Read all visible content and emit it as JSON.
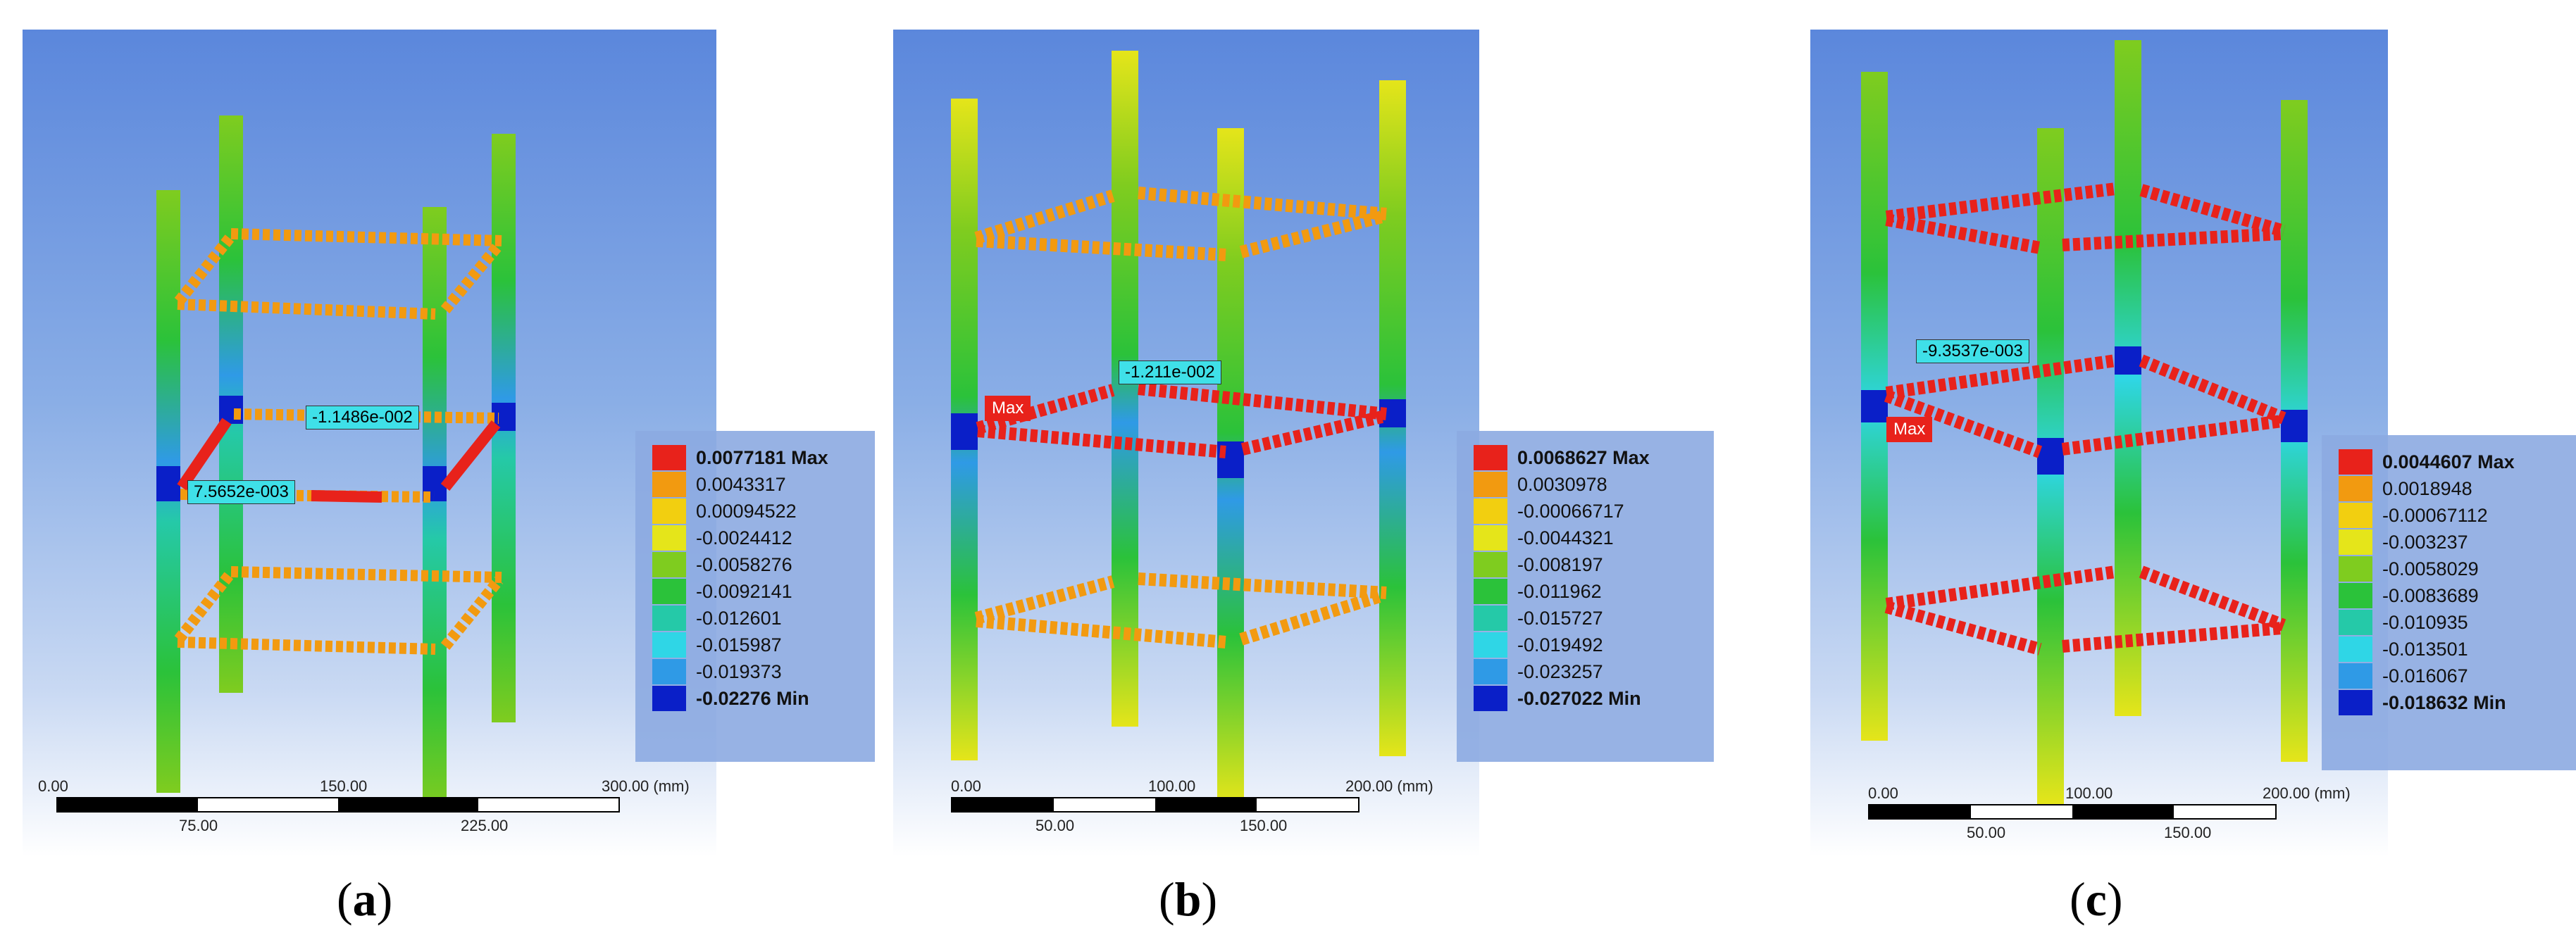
{
  "panels": [
    {
      "caption_letter": "a",
      "legend": [
        "0.0077181 Max",
        "0.0043317",
        "0.00094522",
        "-0.0024412",
        "-0.0058276",
        "-0.0092141",
        "-0.012601",
        "-0.015987",
        "-0.019373",
        "-0.02276 Min"
      ],
      "probes": [
        "-1.1486e-002",
        "7.5652e-003"
      ],
      "scale": {
        "top": [
          "0.00",
          "150.00",
          "300.00 (mm)"
        ],
        "bottom": [
          "75.00",
          "225.00"
        ]
      }
    },
    {
      "caption_letter": "b",
      "legend": [
        "0.0068627 Max",
        "0.0030978",
        "-0.00066717",
        "-0.0044321",
        "-0.008197",
        "-0.011962",
        "-0.015727",
        "-0.019492",
        "-0.023257",
        "-0.027022 Min"
      ],
      "probes": [
        "-1.211e-002",
        "Max"
      ],
      "scale": {
        "top": [
          "0.00",
          "100.00",
          "200.00 (mm)"
        ],
        "bottom": [
          "50.00",
          "150.00"
        ]
      }
    },
    {
      "caption_letter": "c",
      "legend": [
        "0.0044607 Max",
        "0.0018948",
        "-0.00067112",
        "-0.003237",
        "-0.0058029",
        "-0.0083689",
        "-0.010935",
        "-0.013501",
        "-0.016067",
        "-0.018632 Min"
      ],
      "probes": [
        "-9.3537e-003",
        "Max"
      ],
      "scale": {
        "top": [
          "0.00",
          "100.00",
          "200.00 (mm)"
        ],
        "bottom": [
          "50.00",
          "150.00"
        ]
      }
    }
  ],
  "legend_colors": [
    "#e8221b",
    "#f29a10",
    "#f2cf10",
    "#e5e51a",
    "#7fcc1f",
    "#2bc23a",
    "#25c9a8",
    "#2fd6e6",
    "#2f9ae6",
    "#0a1fc8"
  ],
  "scale_colors": [
    "#000000",
    "#ffffff",
    "#000000",
    "#ffffff"
  ]
}
